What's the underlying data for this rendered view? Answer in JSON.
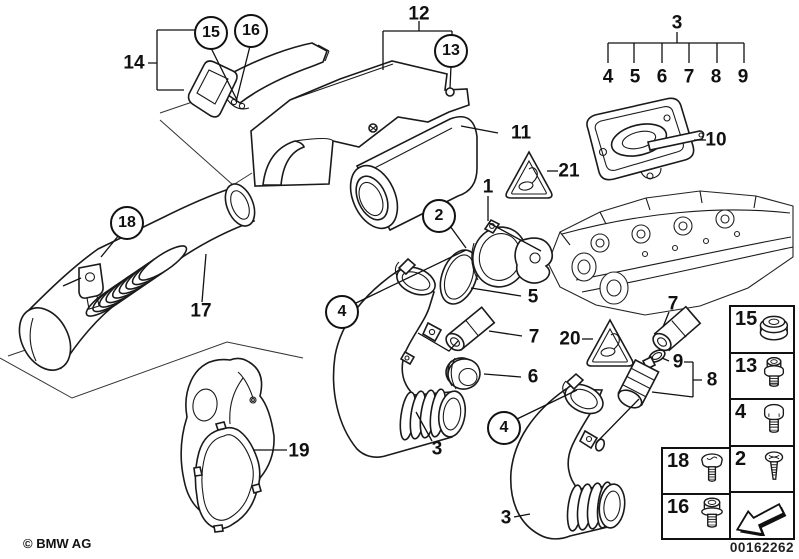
{
  "footer": {
    "copyright": "© BMW AG",
    "image_number": "00162262"
  },
  "callouts": {
    "c1": "1",
    "c2": "2",
    "c3_top": "3",
    "c3_hose_left": "3",
    "c3_hose_bottom": "3",
    "c4_row": "4",
    "c4_hose_left": "4",
    "c4_hose_right": "4",
    "c5_row": "5",
    "c5_seal": "5",
    "c6_row": "6",
    "c6_grommet": "6",
    "c7_row": "7",
    "c7_connector_left": "7",
    "c7_connector_right": "7",
    "c8_row": "8",
    "c8_sensor": "8",
    "c9_row": "9",
    "c9_oring": "9",
    "c10": "10",
    "c11": "11",
    "c12": "12",
    "c13": "13",
    "c14": "14",
    "c15": "15",
    "c16": "16",
    "c17": "17",
    "c18": "18",
    "c19": "19",
    "c20": "20",
    "c21": "21"
  },
  "legend": {
    "right_column": [
      {
        "label": "15",
        "icon": "grommet-icon"
      },
      {
        "label": "13",
        "icon": "collar-screw-icon"
      },
      {
        "label": "4",
        "icon": "hex-bolt-icon"
      },
      {
        "label": "2",
        "icon": "phillips-screw-icon"
      },
      {
        "label": "",
        "icon": "direction-arrow-icon"
      }
    ],
    "left_column": [
      {
        "label": "18",
        "icon": "pan-head-screw-icon"
      },
      {
        "label": "16",
        "icon": "socket-head-bolt-icon"
      }
    ]
  },
  "warning_triangles": [
    {
      "label": "21",
      "icon": "rodent-warning-triangle-icon"
    },
    {
      "label": "20",
      "icon": "rodent-warning-triangle-icon"
    }
  ]
}
